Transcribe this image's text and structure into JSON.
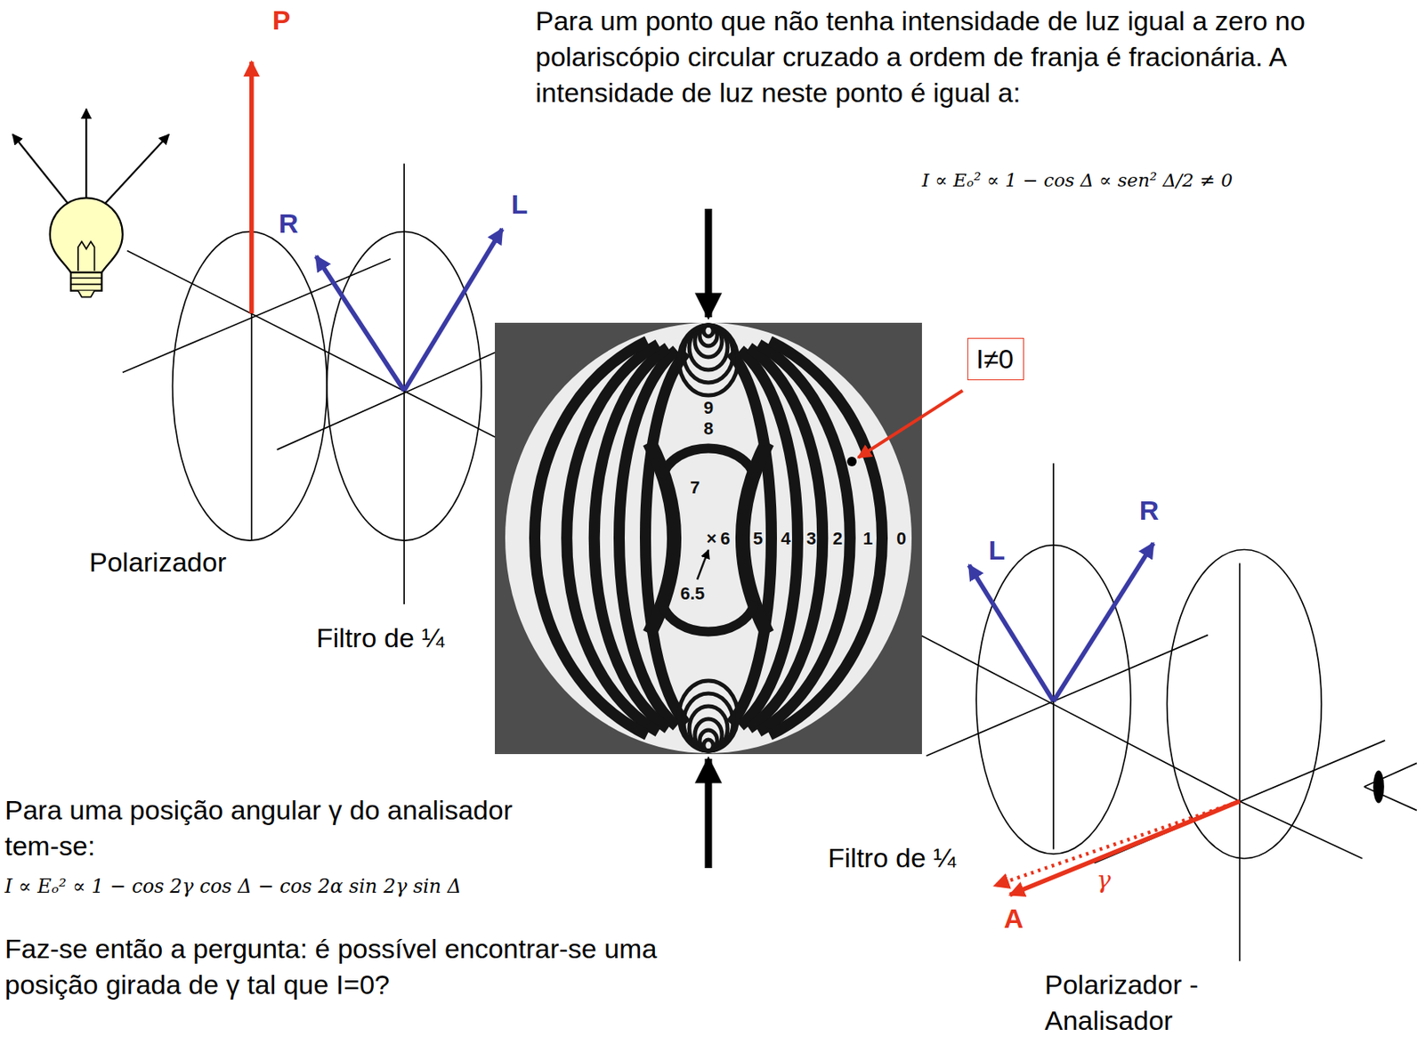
{
  "diagram": {
    "nodes": [
      {
        "text": [
          "I≠0"
        ]
      }
    ],
    "labels": [
      "P",
      "Para um ponto que não tenha intensidade de luz igual a zero no polariscópio circular cruzado a ordem de franja é fracionária. A intensidade de luz neste ponto é igual a:",
      "I ∝ Eₒ² ∝ 1 − cos Δ ∝ sen² Δ/2 ≠ 0",
      "R",
      "L",
      "Polarizador",
      "Filtro de ¼",
      "9",
      "8",
      "7",
      "×",
      "6",
      "5",
      "4",
      "3",
      "2",
      "1",
      "0",
      "6.5",
      "L",
      "R",
      "Filtro de ¼",
      "γ",
      "A",
      "Polarizador - Analisador",
      "Para uma posição angular γ do analisador tem-se:",
      "I ∝ Eₒ² ∝ 1 − cos 2γ cos Δ − cos 2α sin 2γ sin Δ",
      "Faz-se então a pergunta: é possível encontrar-se uma posição girada de γ tal que I=0?"
    ]
  }
}
